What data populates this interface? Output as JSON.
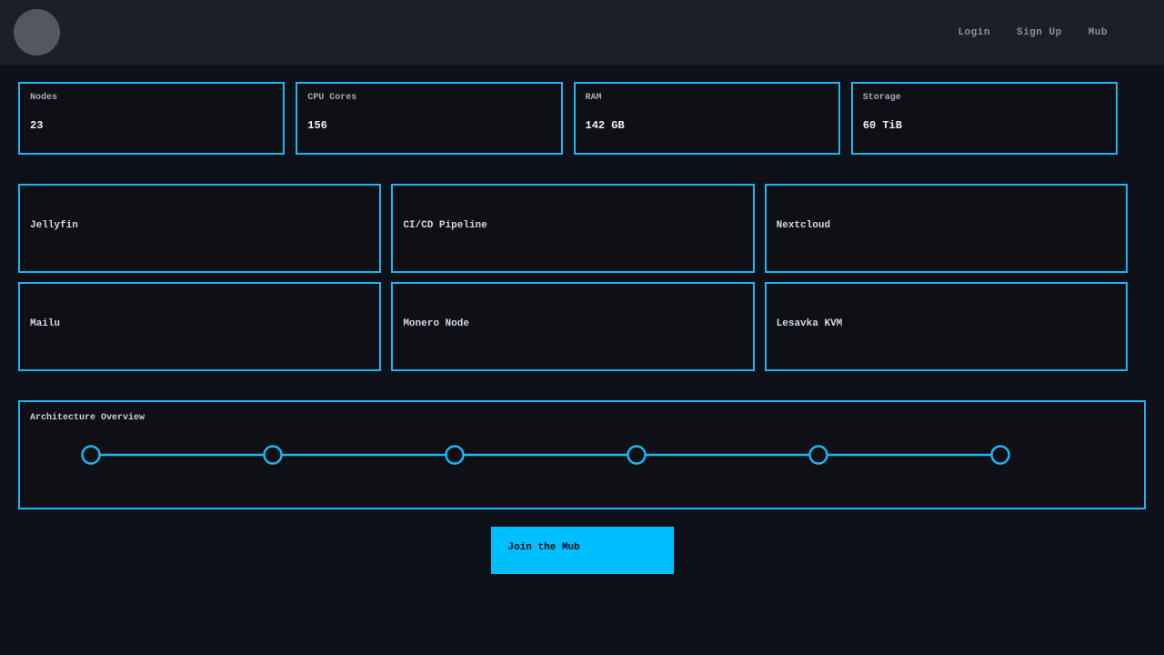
{
  "header": {
    "nav": [
      {
        "label": "Login"
      },
      {
        "label": "Sign Up"
      },
      {
        "label": "Mub"
      }
    ]
  },
  "stats": [
    {
      "label": "Nodes",
      "value": "23"
    },
    {
      "label": "CPU Cores",
      "value": "156"
    },
    {
      "label": "RAM",
      "value": "142 GB"
    },
    {
      "label": "Storage",
      "value": "60 TiB"
    }
  ],
  "services": [
    {
      "name": "Jellyfin"
    },
    {
      "name": "CI/CD Pipeline"
    },
    {
      "name": "Nextcloud"
    },
    {
      "name": "Mailu"
    },
    {
      "name": "Monero Node"
    },
    {
      "name": "Lesavka KVM"
    }
  ],
  "architecture": {
    "title": "Architecture Overview",
    "node_count": 6
  },
  "cta": {
    "label": "Join the Mub"
  },
  "colors": {
    "accent_border": "#1db5f2",
    "button_background": "#00bfff",
    "page_background": "#0f1118",
    "header_background": "#1d1f26",
    "card_background": "#0e1016"
  }
}
